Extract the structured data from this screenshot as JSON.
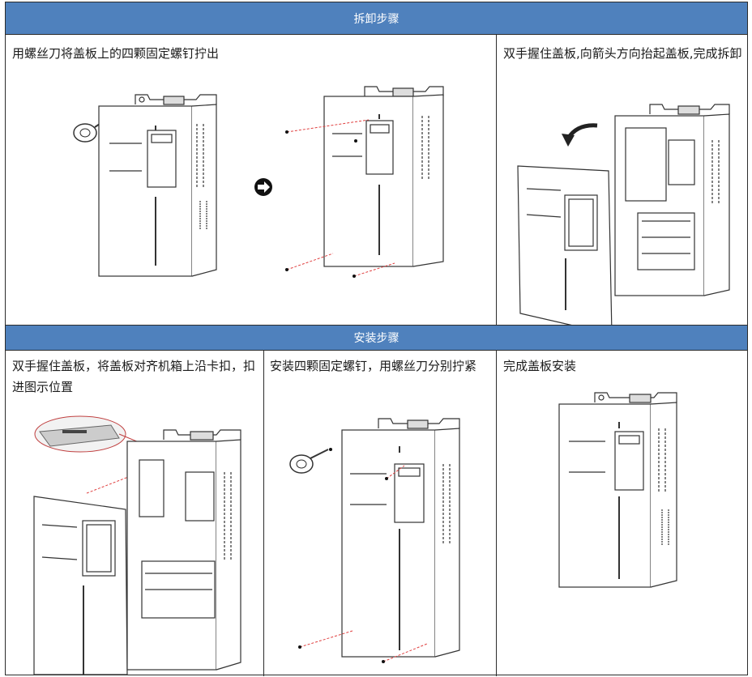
{
  "removal": {
    "header": "拆卸步骤",
    "step1_text": "用螺丝刀将盖板上的四颗固定螺钉拧出",
    "step2_text": "双手握住盖板,向箭头方向抬起盖板,完成拆卸"
  },
  "install": {
    "header": "安装步骤",
    "step1_text": "双手握住盖板，将盖板对齐机箱上沿卡扣，扣进图示位置",
    "step2_text": "安装四颗固定螺钉，用螺丝刀分别拧紧",
    "step3_text": "完成盖板安装"
  },
  "colors": {
    "header_bg": "#4f81bd",
    "header_text": "#ffffff",
    "screw_line": "#e04040"
  }
}
